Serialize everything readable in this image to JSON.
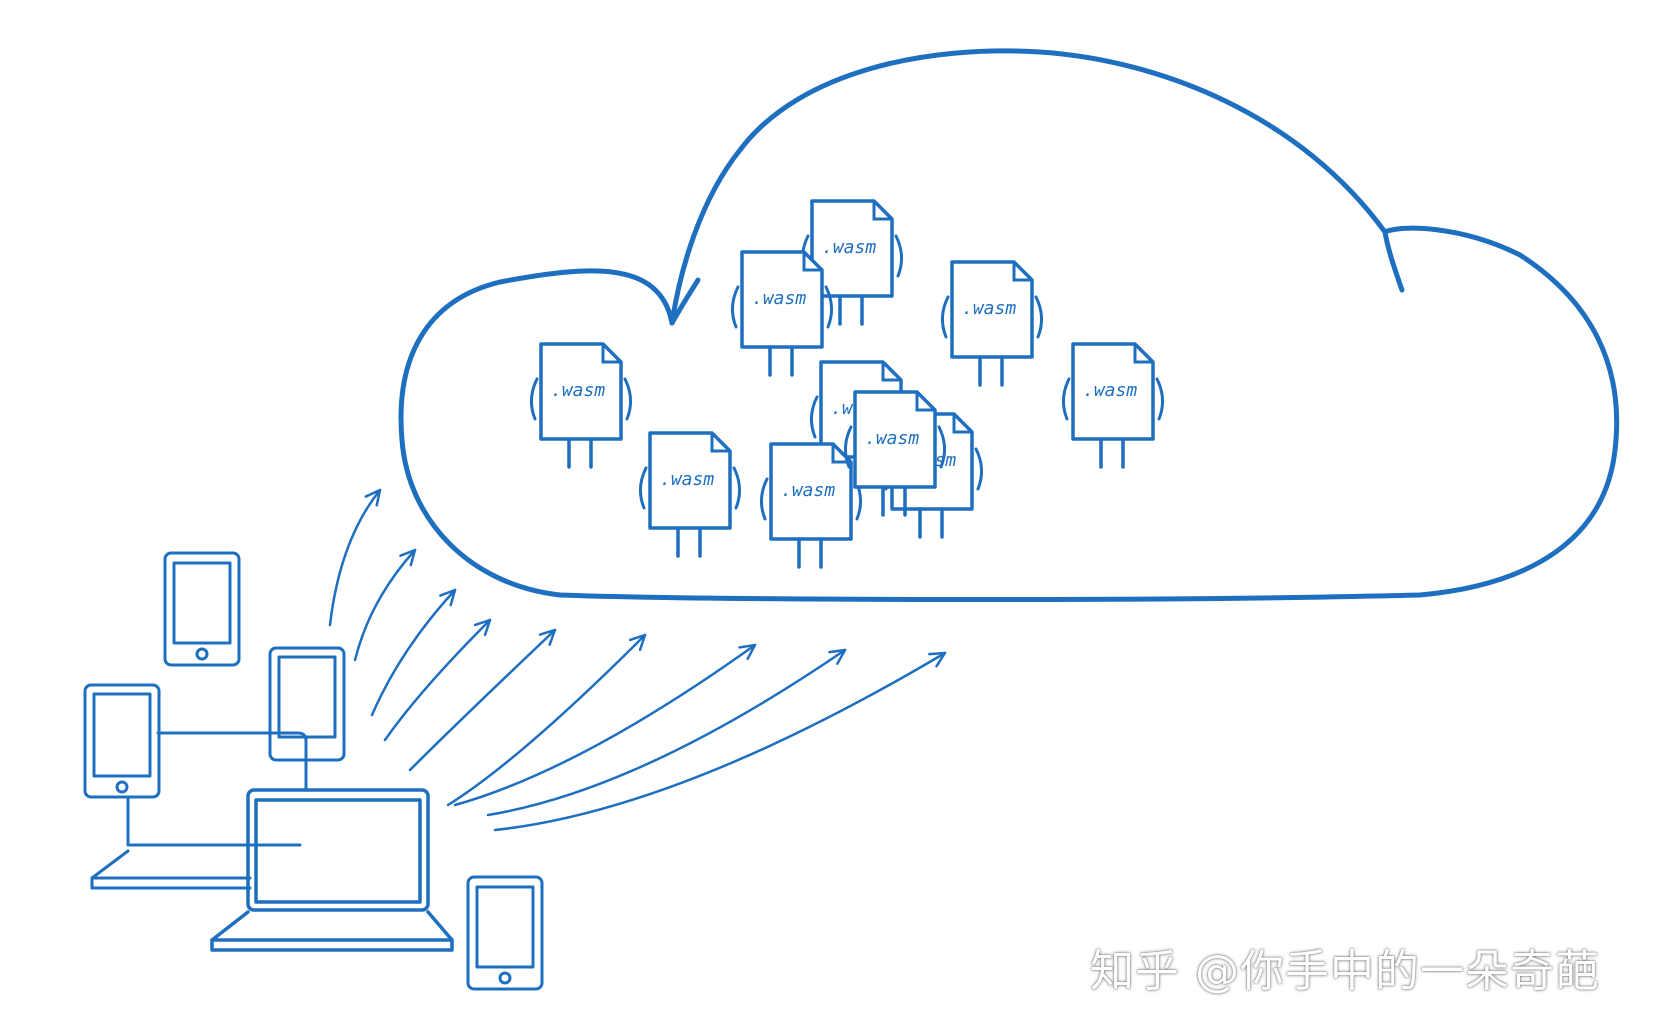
{
  "figure": {
    "file_label": ".wasm",
    "file_count": 10,
    "colors": {
      "line": "#1f6fc0",
      "background": "#ffffff"
    }
  },
  "watermark": {
    "text": "知乎 @你手中的一朵奇葩"
  },
  "devices": [
    {
      "kind": "phone-icon"
    },
    {
      "kind": "phone-icon"
    },
    {
      "kind": "tablet-icon"
    },
    {
      "kind": "laptop-icon"
    },
    {
      "kind": "laptop-icon"
    },
    {
      "kind": "phone-icon"
    }
  ]
}
